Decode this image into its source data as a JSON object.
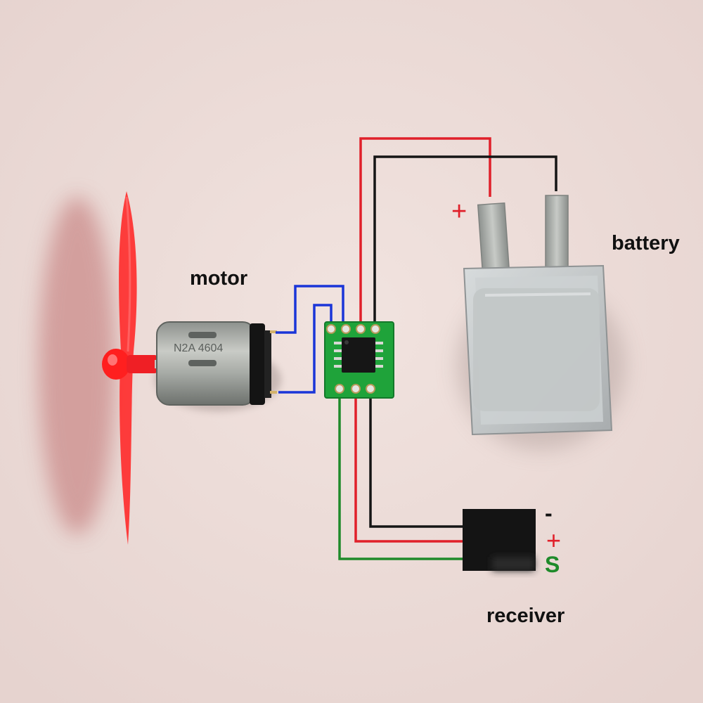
{
  "labels": {
    "motor": "motor",
    "battery": "battery",
    "receiver": "receiver",
    "battery_plus": "+",
    "receiver_minus": "-",
    "receiver_plus": "+",
    "receiver_signal": "S",
    "motor_marking": "N2A 4604"
  },
  "colors": {
    "background": "#ecdcd8",
    "wire_positive": "#e0202a",
    "wire_negative": "#151515",
    "wire_motor": "#1a35d8",
    "wire_signal": "#1f8a2a",
    "propeller": "#ff2a2a",
    "pcb": "#1fa33a",
    "battery_body": "#c8ccce"
  },
  "icons": {
    "propeller": "propeller-icon",
    "motor": "dc-motor-icon",
    "controller": "esc-board-icon",
    "battery": "lipo-battery-icon",
    "receiver": "receiver-icon"
  }
}
